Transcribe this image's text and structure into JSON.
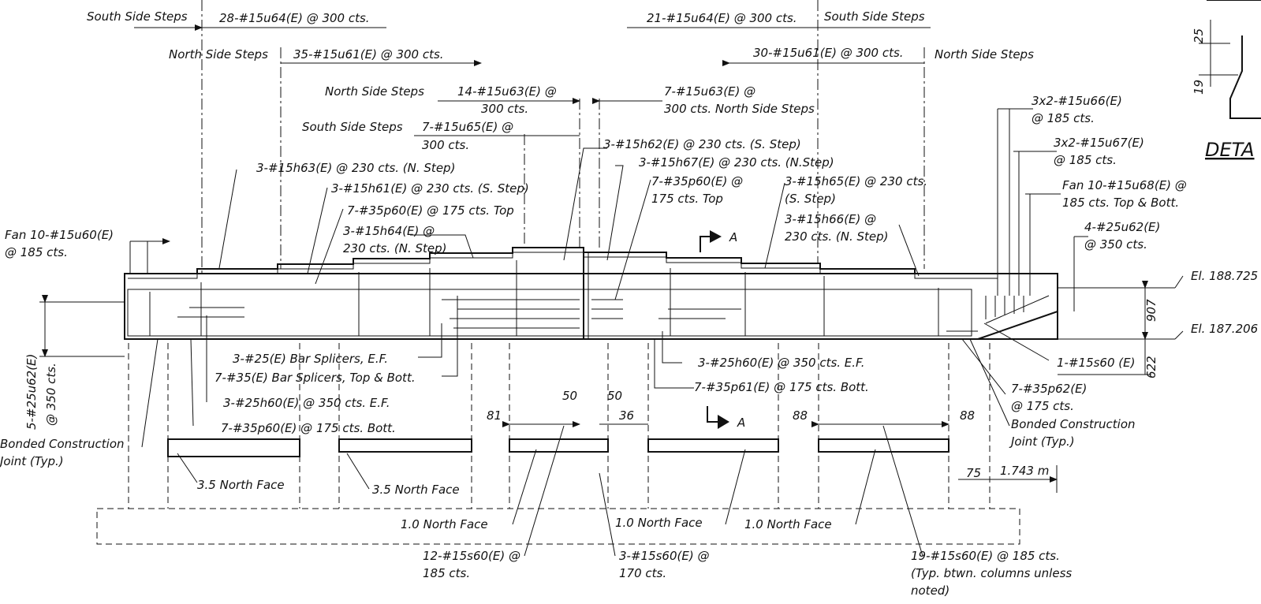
{
  "drawing": {
    "section_label": "A",
    "detail_title": "DETA",
    "elevations": {
      "top": "El. 188.725",
      "bottom": "El. 187.206"
    },
    "dims": {
      "beam_depth": "907",
      "skew": "622",
      "d25": "25",
      "d19": "19",
      "d50a": "50",
      "d50b": "50",
      "d81": "81",
      "d36": "36",
      "d88a": "88",
      "d88b": "88",
      "d75": "75",
      "d1743": "1.743 m"
    },
    "callouts": {
      "ss_left_title": "South Side Steps",
      "ss_left_bar": "28-#15u64(E) @ 300 cts.",
      "ss_right_bar": "21-#15u64(E) @ 300 cts.",
      "ss_right_title": "South Side Steps",
      "ns_left_title": "North Side Steps",
      "ns_left_bar": "35-#15u61(E) @ 300 cts.",
      "ns_right_bar": "30-#15u61(E) @ 300 cts.",
      "ns_right_title": "North Side Steps",
      "u63_left_title": "North Side Steps",
      "u63_left_1": "14-#15u63(E) @",
      "u63_left_2": "300 cts.",
      "u63_right_1": "7-#15u63(E) @",
      "u63_right_2": "300 cts. North Side Steps",
      "u65_title": "South Side Steps",
      "u65_1": "7-#15u65(E) @",
      "u65_2": "300 cts.",
      "h62": "3-#15h62(E) @ 230 cts. (S. Step)",
      "h67": "3-#15h67(E) @ 230 cts. (N.Step)",
      "h63": "3-#15h63(E) @ 230 cts. (N. Step)",
      "h61": "3-#15h61(E) @ 230 cts. (S. Step)",
      "p60_top": "7-#35p60(E) @ 175 cts. Top",
      "p60_mid_1": "7-#35p60(E) @",
      "p60_mid_2": "175 cts. Top",
      "h65_1": "3-#15h65(E) @ 230 cts.",
      "h65_2": "(S. Step)",
      "h64_1": "3-#15h64(E) @",
      "h64_2": "230 cts. (N. Step)",
      "h66_1": "3-#15h66(E) @",
      "h66_2": "230 cts. (N. Step)",
      "fan60_1": "Fan 10-#15u60(E)",
      "fan60_2": "@ 185 cts.",
      "u66_1": "3x2-#15u66(E)",
      "u66_2": "@ 185 cts.",
      "u67_1": "3x2-#15u67(E)",
      "u67_2": "@ 185 cts.",
      "fan68_1": "Fan 10-#15u68(E) @",
      "fan68_2": "185 cts. Top & Bott.",
      "u62r_1": "4-#25u62(E)",
      "u62r_2": "@ 350 cts.",
      "u62l_1": "5-#25u62(E)",
      "u62l_2": "@ 350 cts.",
      "splice25": "3-#25(E) Bar Splicers, E.F.",
      "splice35": "7-#35(E) Bar Splicers, Top & Bott.",
      "h60_left": "3-#25h60(E) @ 350 cts. E.F.",
      "h60_right": "3-#25h60(E) @ 350 cts. E.F.",
      "p60_bott": "7-#35p60(E) @ 175 cts. Bott.",
      "p61_bott": "7-#35p61(E) @ 175 cts. Bott.",
      "s60_right": "1-#15s60 (E)",
      "p62_1": "7-#35p62(E)",
      "p62_2": "@ 175 cts.",
      "bcj_r_1": "Bonded Construction",
      "bcj_r_2": "Joint (Typ.)",
      "bcj_l_1": "Bonded Construction",
      "bcj_l_2": "Joint (Typ.)",
      "nf35_a": "3.5 North Face",
      "nf35_b": "3.5 North Face",
      "nf10_a": "1.0 North Face",
      "nf10_b": "1.0 North Face",
      "nf10_c": "1.0 North Face",
      "s60_12_1": "12-#15s60(E) @",
      "s60_12_2": "185 cts.",
      "s60_3_1": "3-#15s60(E) @",
      "s60_3_2": "170 cts.",
      "s60_19_1": "19-#15s60(E) @ 185 cts.",
      "s60_19_2": "(Typ. btwn. columns unless",
      "s60_19_3": "noted)"
    }
  }
}
